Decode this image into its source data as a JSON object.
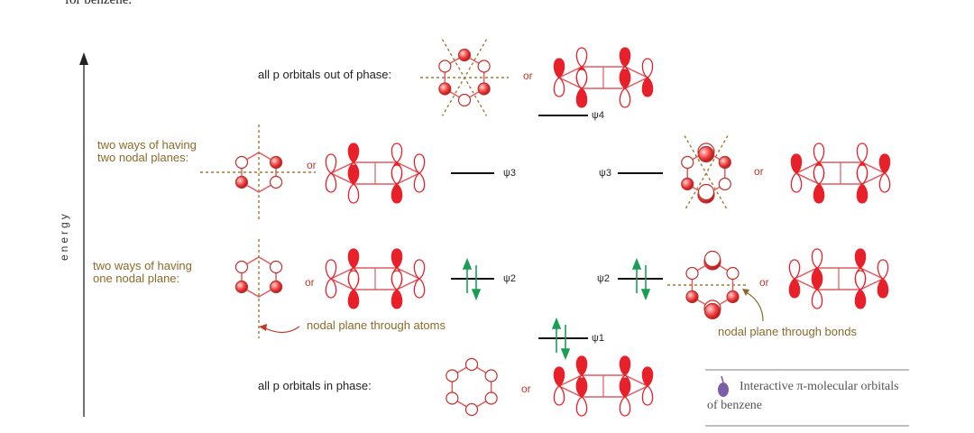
{
  "top_fragment": "for benzene.",
  "axis": {
    "label": "energy"
  },
  "rows": {
    "out_of_phase": {
      "label": "all p orbitals out of phase:",
      "or": "or",
      "psi": "ψ4"
    },
    "two_nodal": {
      "label_line1": "two ways of having",
      "label_line2": "two nodal planes:",
      "or_left": "or",
      "psi_left": "ψ3",
      "psi_right": "ψ3",
      "or_right": "or"
    },
    "one_nodal": {
      "label_line1": "two ways of having",
      "label_line2": "one nodal plane:",
      "or_left": "or",
      "psi_left": "ψ2",
      "psi_right": "ψ2",
      "or_right": "or"
    },
    "psi1": {
      "psi": "ψ1"
    },
    "in_phase": {
      "label": "all p orbitals in phase:",
      "or": "or"
    }
  },
  "annotations": {
    "through_atoms": "nodal plane through atoms",
    "through_bonds": "nodal plane through bonds"
  },
  "interactive_box": {
    "line1": "Interactive π-molecular orbitals",
    "line2": "of benzene"
  },
  "colors": {
    "red": "#e8202a",
    "ring": "#e05a60",
    "brown": "#8a6a2a",
    "green": "#1a9e55",
    "dash": "#a07a30"
  }
}
